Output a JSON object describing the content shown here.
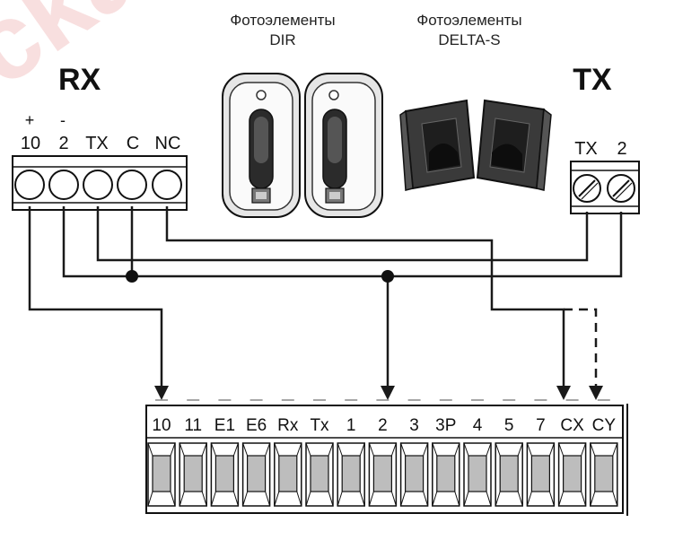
{
  "watermark": "ckat",
  "rx": {
    "title": "RX",
    "polarity": [
      "+",
      "-"
    ],
    "terminals": [
      "10",
      "2",
      "TX",
      "C",
      "NC"
    ]
  },
  "tx": {
    "title": "TX",
    "terminals": [
      "TX",
      "2"
    ]
  },
  "photocells": {
    "dir_label_line1": "Фотоэлементы",
    "dir_label_line2": "DIR",
    "delta_label_line1": "Фотоэлементы",
    "delta_label_line2": "DELTA-S"
  },
  "board": {
    "terminals": [
      "10",
      "11",
      "E1",
      "E6",
      "Rx",
      "Tx",
      "1",
      "2",
      "3",
      "3P",
      "4",
      "5",
      "7",
      "CX",
      "CY"
    ]
  },
  "colors": {
    "wire": "#1a1a1a",
    "terminal_fill": "#bdbdbd",
    "photocell_body": "#d8d8d8",
    "delta_body": "#3a3a3a",
    "watermark": "#f2b8b8"
  }
}
